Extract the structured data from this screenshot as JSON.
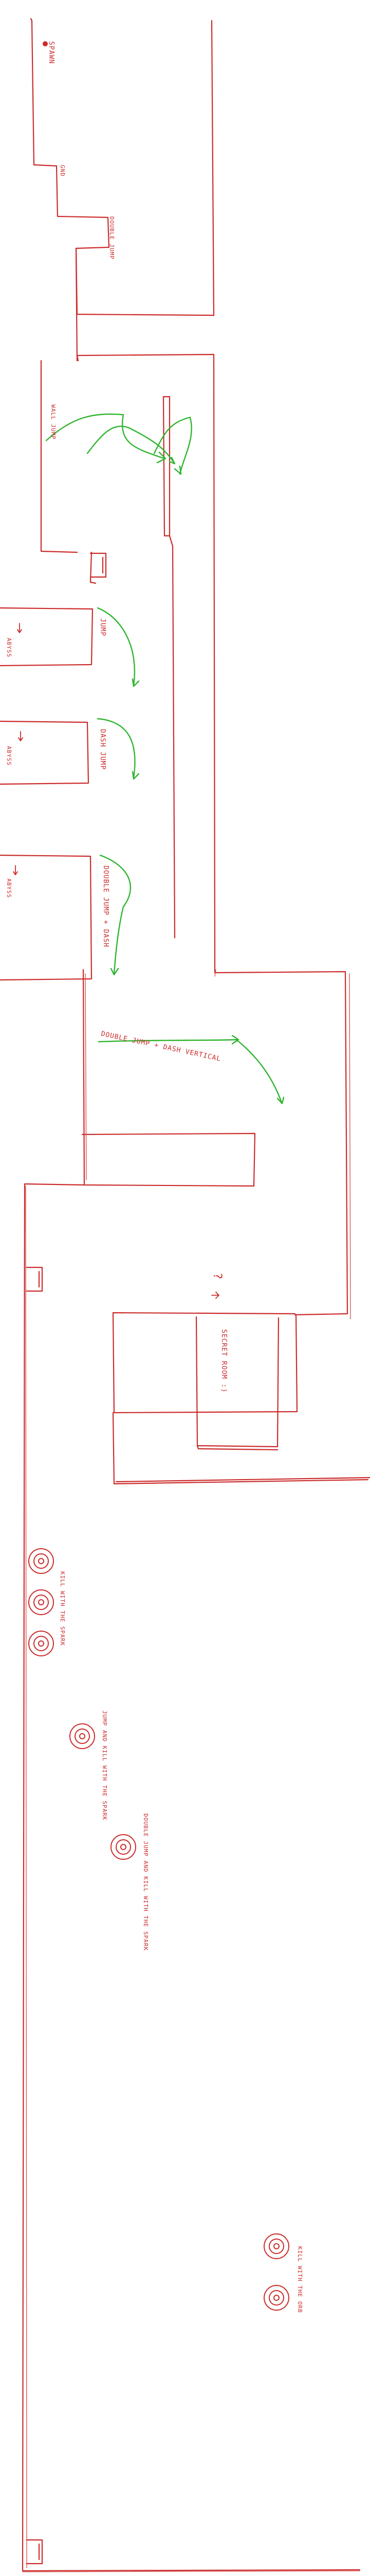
{
  "labels": {
    "spawn": "SPAWN",
    "ground": "GND",
    "double_jump": "DOUBLE JUMP",
    "wall_jump": "WALL JUMP",
    "jump": "JUMP",
    "dash_jump": "DASH JUMP",
    "double_jump_dash": "DOUBLE JUMP + DASH",
    "double_jump_dash_vertical": "DOUBLE JUMP + DASH VERTICAL",
    "abyss_1": "ABYSS",
    "abyss_2": "ABYSS",
    "abyss_3": "ABYSS",
    "question": "?",
    "secret_room": "SECRET ROOM :)",
    "kill_spark": "KILL WITH THE SPARK",
    "jump_and_kill_spark": "JUMP AND KILL WITH THE SPARK",
    "double_jump_and_kill_spark": "DOUBLE JUMP AND KILL WITH THE SPARK",
    "kill_orb": "KILL WITH THE ORB"
  },
  "icons": {
    "door": "door-icon",
    "target": "target-icon",
    "spawn": "spawn-point-icon"
  },
  "colors": {
    "walls": "#cc2b2b",
    "movement_arrows": "#2fb52f",
    "background": "#ffffff"
  }
}
